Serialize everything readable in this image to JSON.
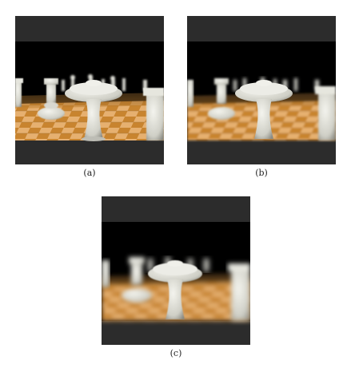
{
  "figure": {
    "panels": [
      {
        "caption": "(a)",
        "blur_level": 0.4
      },
      {
        "caption": "(b)",
        "blur_level": 0.8
      },
      {
        "caption": "(c)",
        "blur_level": 1.6
      }
    ]
  },
  "colors": {
    "board_orange": "#c8842f",
    "board_tan": "#e6b070",
    "piece_white": "#dcdcd4",
    "band_dark_gray": "#2c2c2c",
    "background_black": "#000000"
  }
}
